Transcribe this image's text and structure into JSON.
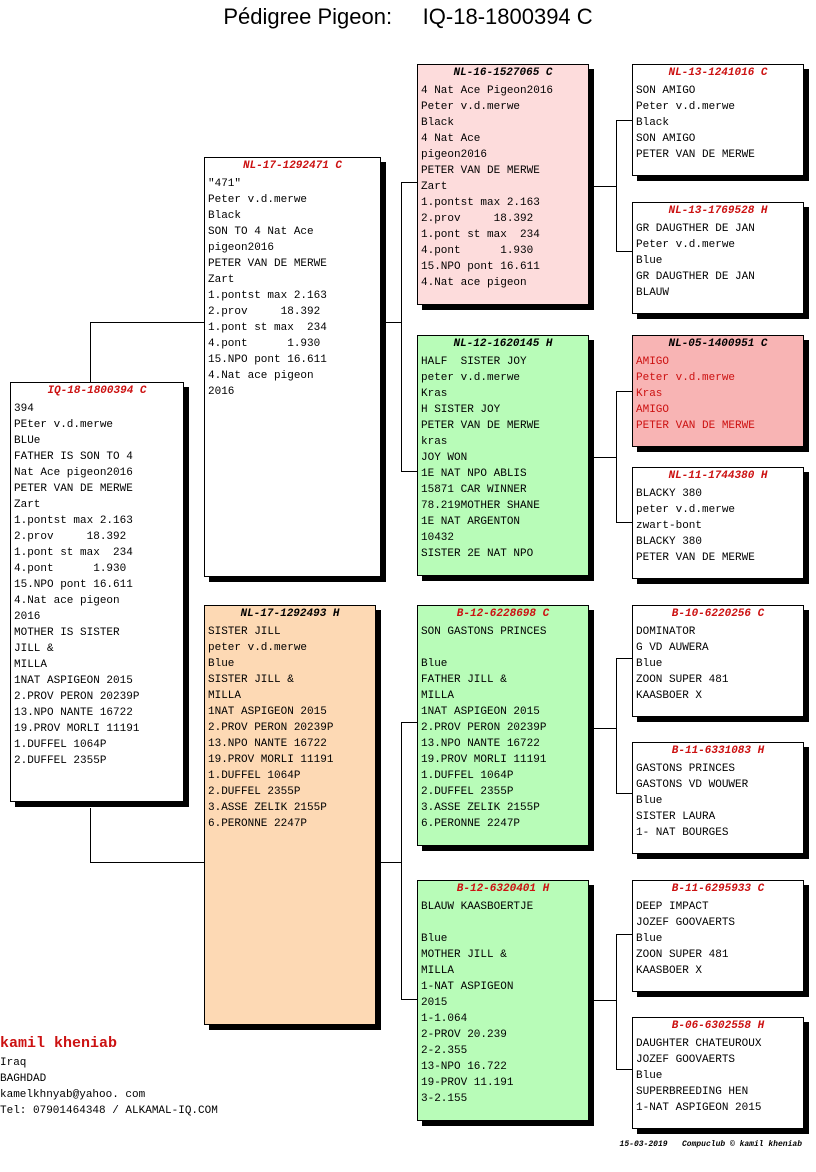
{
  "title": "Pédigree Pigeon:     IQ-18-1800394 C",
  "colors": {
    "ring_red": "#cc1111",
    "pink": "#fddcdc",
    "green": "#b8fcb8",
    "peach": "#fdd9b4",
    "red_box": "#f8b4b4",
    "white": "#ffffff"
  },
  "pigeons": {
    "subject": {
      "ring": "IQ-18-1800394 C",
      "lines": [
        "394",
        "PEter v.d.merwe",
        "BLUe",
        "FATHER IS SON TO 4",
        "Nat Ace pigeon2016",
        "PETER VAN DE MERWE",
        "Zart",
        "1.pontst max 2.163",
        "2.prov     18.392",
        "1.pont st max  234",
        "4.pont      1.930",
        "15.NPO pont 16.611",
        "4.Nat ace pigeon",
        "2016",
        "MOTHER IS SISTER",
        "JILL &",
        "MILLA",
        "1NAT ASPIGEON 2015",
        "2.PROV PERON 20239P",
        "13.NPO NANTE 16722",
        "19.PROV MORLI 11191",
        "1.DUFFEL 1064P",
        "2.DUFFEL 2355P"
      ]
    },
    "sire": {
      "ring": "NL-17-1292471 C",
      "lines": [
        "\"471\"",
        "Peter v.d.merwe",
        "Black",
        "SON TO 4 Nat Ace",
        "pigeon2016",
        "PETER VAN DE MERWE",
        "Zart",
        "1.pontst max 2.163",
        "2.prov     18.392",
        "1.pont st max  234",
        "4.pont      1.930",
        "15.NPO pont 16.611",
        "4.Nat ace pigeon",
        "2016"
      ]
    },
    "dam": {
      "ring": "NL-17-1292493 H",
      "lines": [
        "SISTER JILL",
        "peter v.d.merwe",
        "Blue",
        "SISTER JILL &",
        "MILLA",
        "1NAT ASPIGEON 2015",
        "2.PROV PERON 20239P",
        "13.NPO NANTE 16722",
        "19.PROV MORLI 11191",
        "1.DUFFEL 1064P",
        "2.DUFFEL 2355P",
        "3.ASSE ZELIK 2155P",
        "6.PERONNE 2247P"
      ]
    },
    "ss": {
      "ring": "NL-16-1527065 C",
      "lines": [
        "4 Nat Ace Pigeon2016",
        "Peter v.d.merwe",
        "Black",
        "4 Nat Ace",
        "pigeon2016",
        "PETER VAN DE MERWE",
        "Zart",
        "1.pontst max 2.163",
        "2.prov     18.392",
        "1.pont st max  234",
        "4.pont      1.930",
        "15.NPO pont 16.611",
        "4.Nat ace pigeon"
      ]
    },
    "sd": {
      "ring": "NL-12-1620145 H",
      "lines": [
        "HALF  SISTER JOY",
        "peter v.d.merwe",
        "Kras",
        "H SISTER JOY",
        "PETER VAN DE MERWE",
        "kras",
        "JOY WON",
        "1E NAT NPO ABLIS",
        "15871 CAR WINNER",
        "78.219MOTHER SHANE",
        "1E NAT ARGENTON",
        "10432",
        "SISTER 2E NAT NPO"
      ]
    },
    "ds": {
      "ring": "B-12-6228698 C",
      "lines": [
        "SON GASTONS PRINCES",
        "",
        "Blue",
        "FATHER JILL &",
        "MILLA",
        "1NAT ASPIGEON 2015",
        "2.PROV PERON 20239P",
        "13.NPO NANTE 16722",
        "19.PROV MORLI 11191",
        "1.DUFFEL 1064P",
        "2.DUFFEL 2355P",
        "3.ASSE ZELIK 2155P",
        "6.PERONNE 2247P"
      ]
    },
    "dd": {
      "ring": "B-12-6320401 H",
      "lines": [
        "BLAUW KAASBOERTJE",
        "",
        "Blue",
        "MOTHER JILL &",
        "MILLA",
        "1-NAT ASPIGEON",
        "2015",
        "1-1.064",
        "2-PROV 20.239",
        "2-2.355",
        "13-NPO 16.722",
        "19-PROV 11.191",
        "3-2.155"
      ]
    },
    "sss": {
      "ring": "NL-13-1241016 C",
      "lines": [
        "SON AMIGO",
        "Peter v.d.merwe",
        "Black",
        "SON AMIGO",
        "PETER VAN DE MERWE"
      ]
    },
    "ssd": {
      "ring": "NL-13-1769528 H",
      "lines": [
        "GR DAUGTHER DE JAN",
        "Peter v.d.merwe",
        "Blue",
        "GR DAUGTHER DE JAN",
        "BLAUW"
      ]
    },
    "sds": {
      "ring": "NL-05-1400951 C",
      "lines": [
        "AMIGO",
        "Peter v.d.merwe",
        "Kras",
        "AMIGO",
        "PETER VAN DE MERWE"
      ]
    },
    "sdd": {
      "ring": "NL-11-1744380 H",
      "lines": [
        "BLACKY 380",
        "peter v.d.merwe",
        "zwart-bont",
        "BLACKY 380",
        "PETER VAN DE MERWE"
      ]
    },
    "dss": {
      "ring": "B-10-6220256 C",
      "lines": [
        "DOMINATOR",
        "G VD AUWERA",
        "Blue",
        "ZOON SUPER 481",
        "KAASBOER X"
      ]
    },
    "dsd": {
      "ring": "B-11-6331083 H",
      "lines": [
        "GASTONS PRINCES",
        "GASTONS VD WOUWER",
        "Blue",
        "SISTER LAURA",
        "1- NAT BOURGES"
      ]
    },
    "dds": {
      "ring": "B-11-6295933 C",
      "lines": [
        "DEEP IMPACT",
        "JOZEF GOOVAERTS",
        "Blue",
        "ZOON SUPER 481",
        "KAASBOER X"
      ]
    },
    "ddd": {
      "ring": "B-06-6302558 H",
      "lines": [
        "DAUGHTER CHATEUROUX",
        "JOZEF GOOVAERTS",
        "Blue",
        "SUPERBREEDING HEN",
        "1-NAT ASPIGEON 2015"
      ]
    }
  },
  "owner": {
    "name": "kamil kheniab",
    "country": "Iraq",
    "city": "BAGHDAD",
    "email": "kamelkhnyab@yahoo. com",
    "tel": "Tel: 07901464348 / ALKAMAL-IQ.COM"
  },
  "footer": {
    "date": "15-03-2019",
    "credit": "Compuclub © kamil kheniab"
  }
}
